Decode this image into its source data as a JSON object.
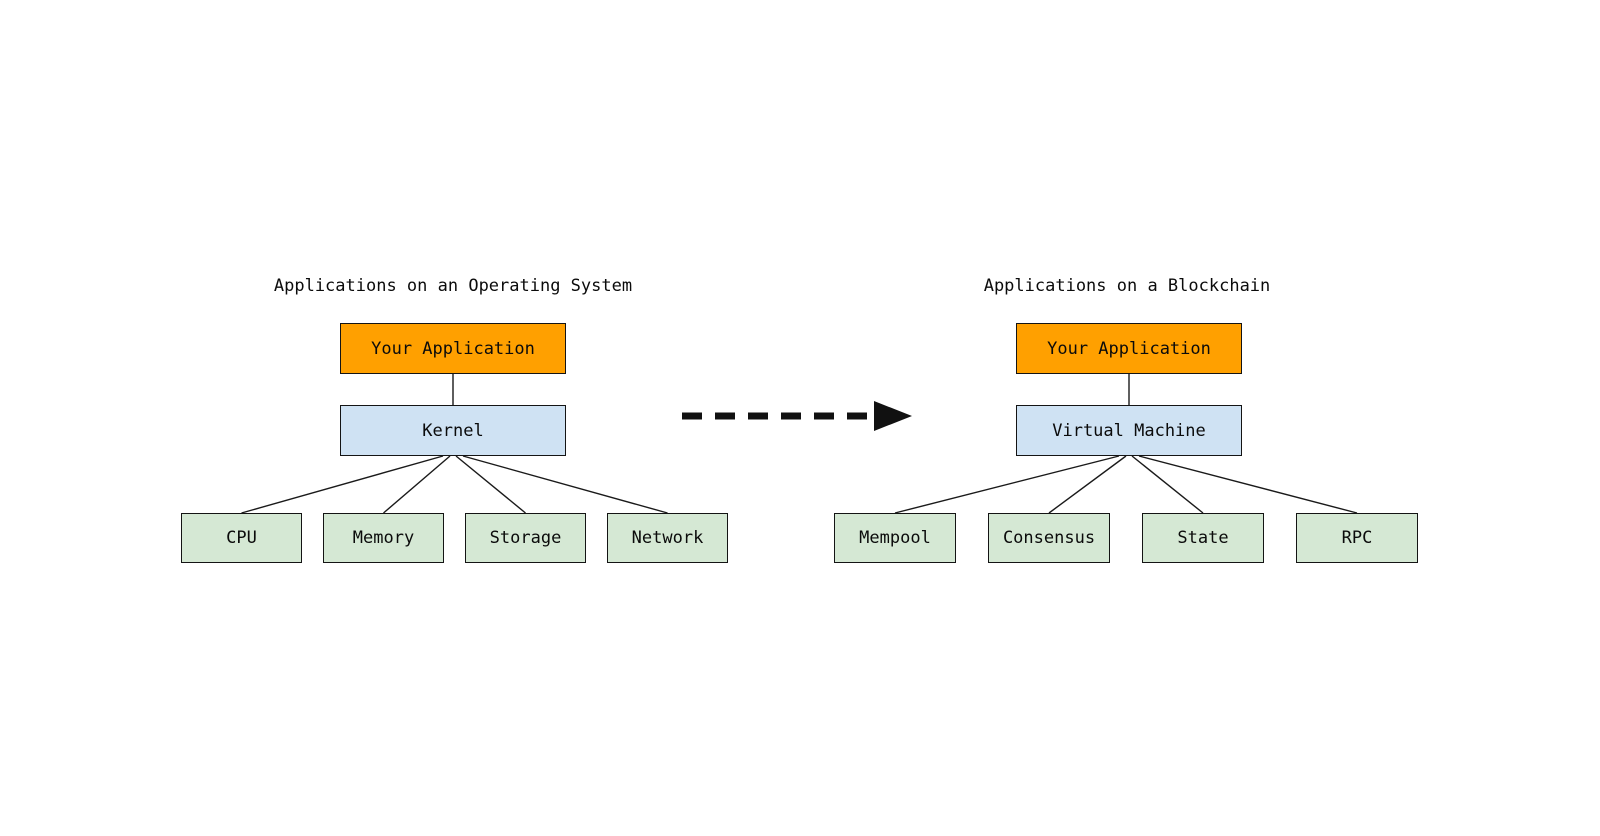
{
  "diagram": {
    "left_tree": {
      "title": "Applications on an Operating System",
      "root_label": "Your Application",
      "middle_label": "Kernel",
      "children": [
        "CPU",
        "Memory",
        "Storage",
        "Network"
      ]
    },
    "right_tree": {
      "title": "Applications on a Blockchain",
      "root_label": "Your Application",
      "middle_label": "Virtual Machine",
      "children": [
        "Mempool",
        "Consensus",
        "State",
        "RPC"
      ]
    },
    "colors": {
      "root_fill": "#FFA000",
      "middle_fill": "#CFE2F3",
      "leaf_fill": "#D5E8D4",
      "box_border": "#141414",
      "edge_line": "#1a1a1a",
      "arrow": "#111111",
      "background": "#ffffff"
    }
  }
}
